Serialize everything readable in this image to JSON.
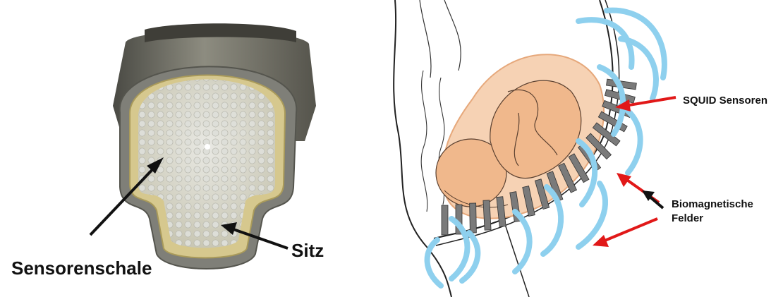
{
  "left": {
    "label_shell": "Sensorenschale",
    "label_seat": "Sitz"
  },
  "right": {
    "label_squid": "SQUID Sensoren",
    "label_fields_line1": "Biomagnetische",
    "label_fields_line2": "Felder"
  },
  "colors": {
    "fetus": "#f3c39c",
    "fetus_dark": "#e9a978",
    "field_waves": "#8ed0ee",
    "sensors": "#7a7a7a",
    "arrows_red": "#e11818",
    "arrow_black": "#111111"
  }
}
